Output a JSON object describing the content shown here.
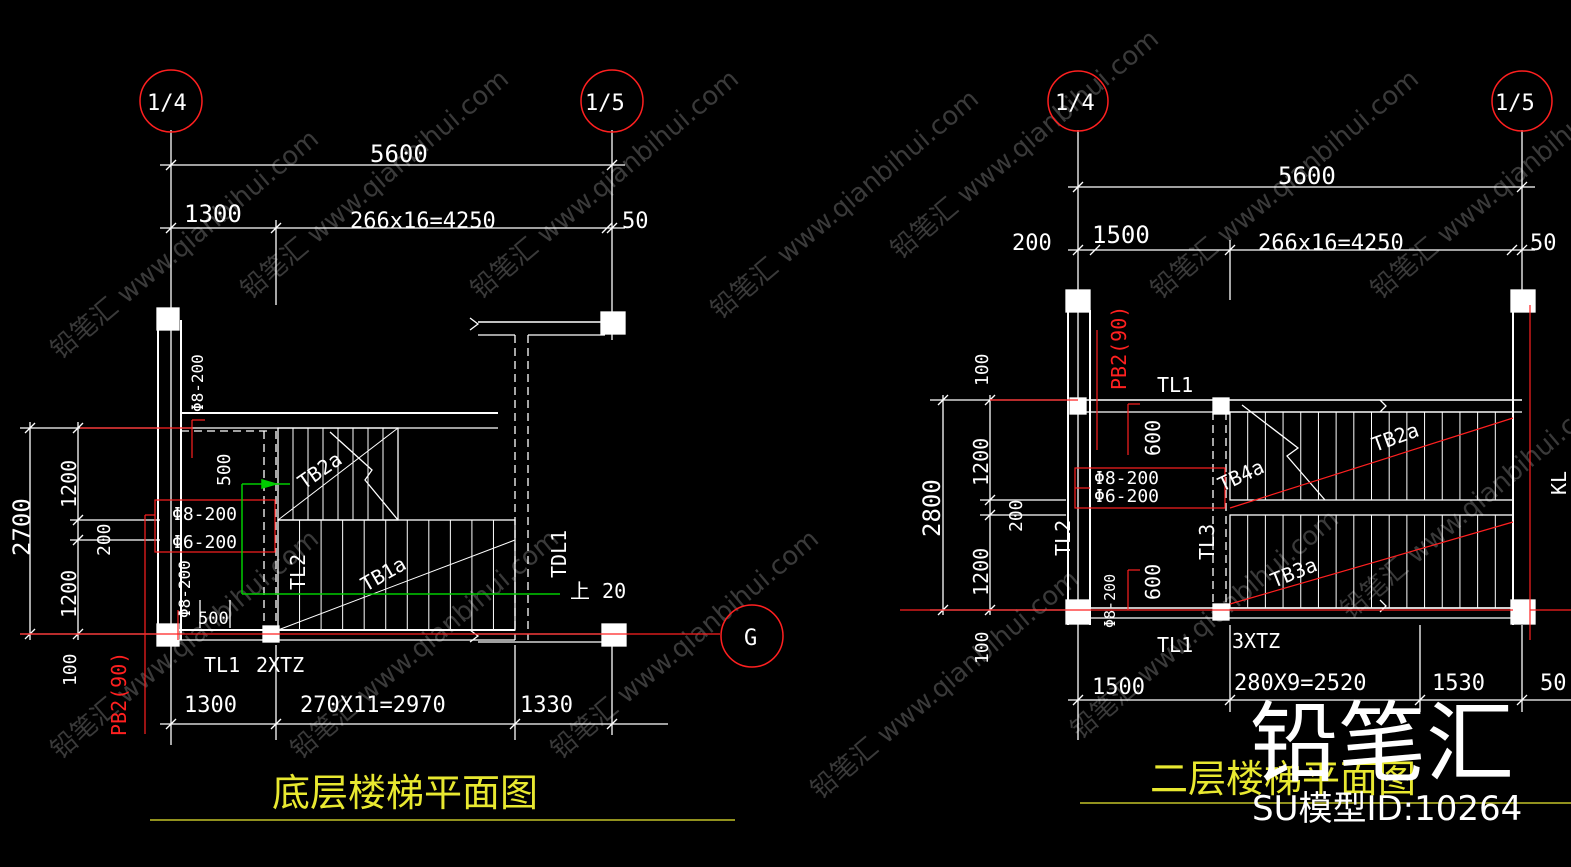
{
  "colors": {
    "background": "#000000",
    "line": "#ffffff",
    "dim": "#ffffff",
    "axis": "#ff2020",
    "rebar_label": "#ff2020",
    "title": "#e8e830",
    "green": "#00cc00",
    "watermark": "#3a3a3a"
  },
  "left_plan": {
    "axis_left": "1/4",
    "axis_right": "1/5",
    "axis_g": "G",
    "dim_total": "5600",
    "dim_1300_top": "1300",
    "dim_steps_top": "266x16=4250",
    "dim_50": "50",
    "dim_2700": "2700",
    "dim_1200_a": "1200",
    "dim_200": "200",
    "dim_1200_b": "1200",
    "dim_100": "100",
    "dim_500_v": "500",
    "dim_500_h": "500",
    "rebar_top": "Φ8-200",
    "rebar_1": "Φ8-200",
    "rebar_2": "Φ6-200",
    "rebar_3": "Φ8-200",
    "label_tb2a": "TB2a",
    "label_tb1a": "TB1a",
    "label_tl2": "TL2",
    "label_tdl1": "TDL1",
    "label_up": "上 20",
    "label_tl1": "TL1",
    "label_2xtz": "2XTZ",
    "label_pb2": "PB2(90)",
    "dim_1300_bottom": "1300",
    "dim_steps_bottom": "270X11=2970",
    "dim_1330": "1330",
    "title": "底层楼梯平面图"
  },
  "right_plan": {
    "axis_left": "1/4",
    "axis_right": "1/5",
    "dim_total": "5600",
    "dim_200": "200",
    "dim_1500_top": "1500",
    "dim_steps_top": "266x16=4250",
    "dim_50_top": "50",
    "dim_100_top": "100",
    "dim_2800": "2800",
    "dim_1200_a": "1200",
    "dim_200_mid": "200",
    "dim_1200_b": "1200",
    "dim_100_bottom": "100",
    "label_pb2": "PB2(90)",
    "label_tl1_top": "TL1",
    "dim_600_a": "600",
    "rebar_1": "Φ8-200",
    "rebar_2": "Φ6-200",
    "label_tb4a": "TB4a",
    "label_tb2a": "TB2a",
    "label_tl2": "TL2",
    "label_tl3": "TL3",
    "label_tb3a": "TB3a",
    "label_kl": "KL",
    "dim_600_b": "600",
    "rebar_3": "Φ8-200",
    "label_tl1_bottom": "TL1",
    "label_3xtz": "3XTZ",
    "dim_1500_bottom": "1500",
    "dim_steps_bottom": "280X9=2520",
    "dim_1530": "1530",
    "dim_50_bottom": "50",
    "title": "二层楼梯平面图"
  },
  "watermark": {
    "url_text": "www.qianbihui.com",
    "brand_text": "铅笔汇",
    "logo_main": "铅笔汇",
    "logo_sub": "SU模型ID:10264"
  }
}
